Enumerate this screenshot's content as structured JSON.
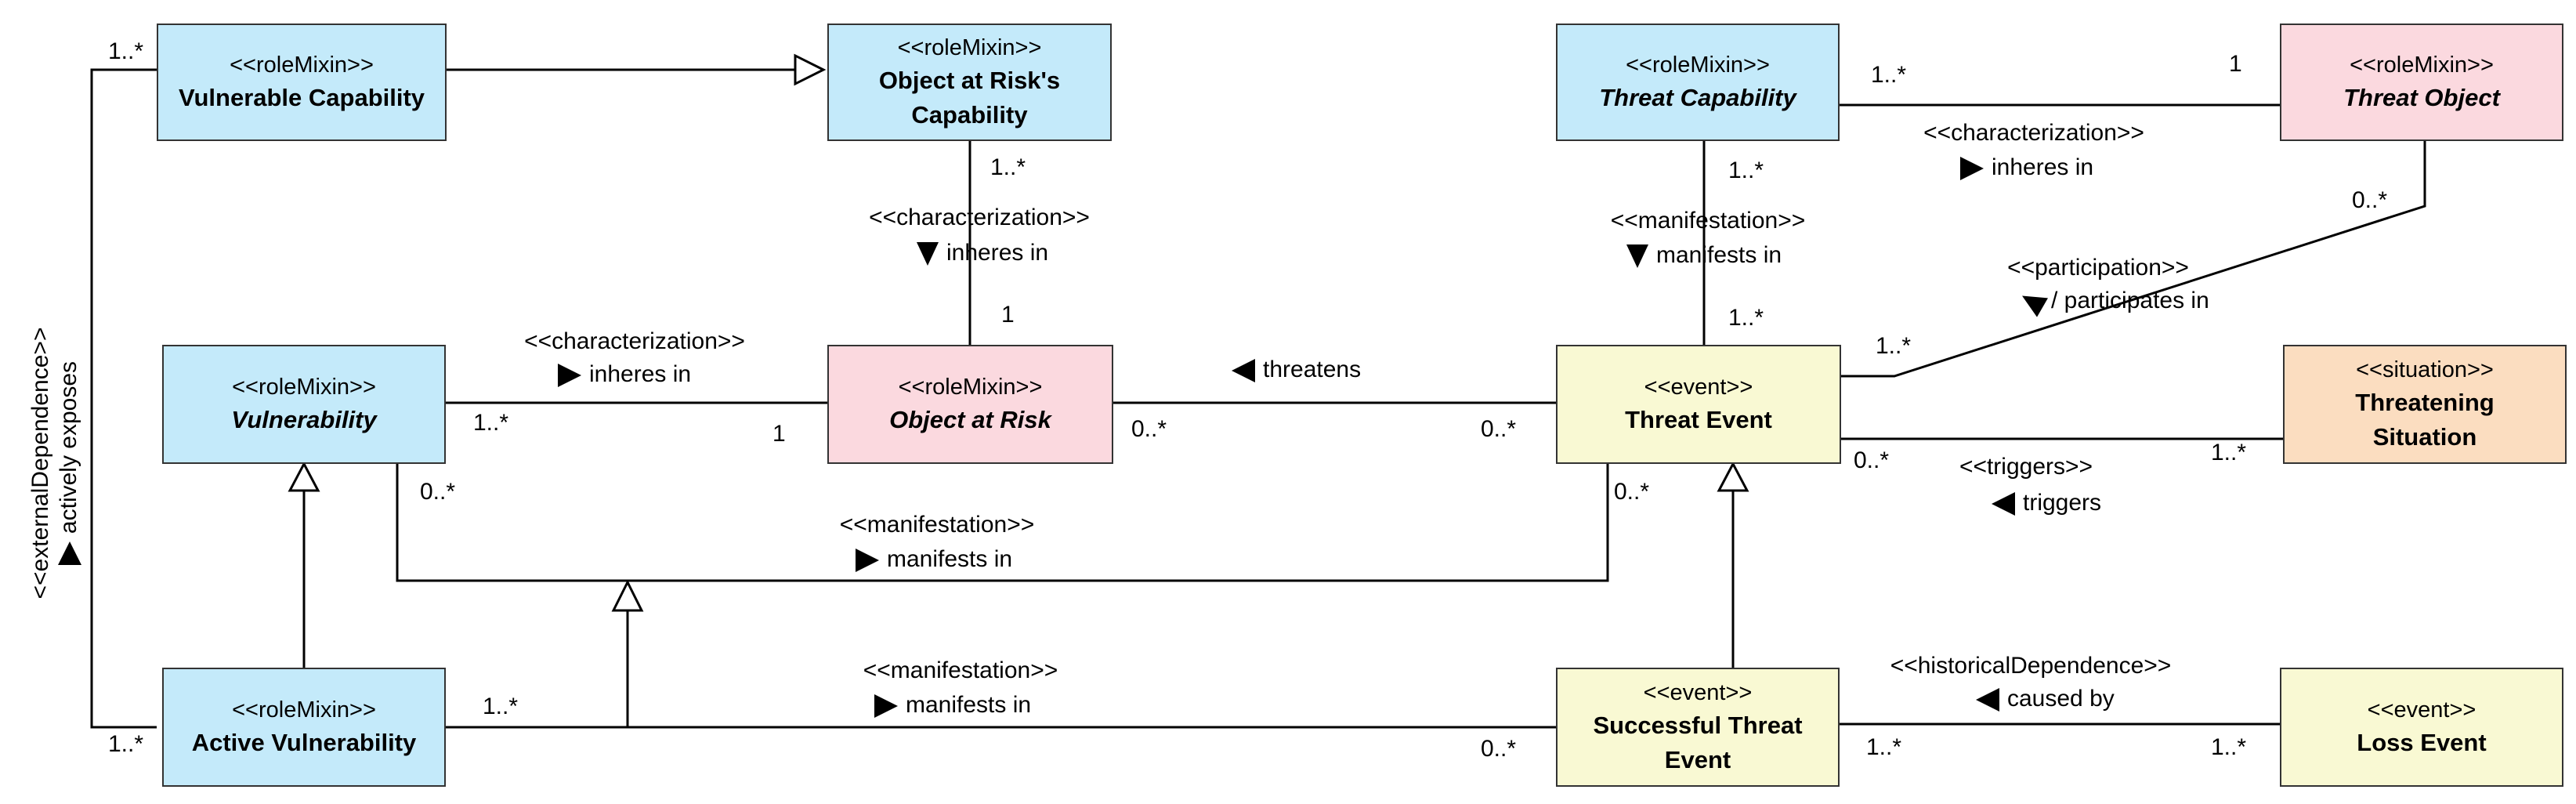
{
  "classes": {
    "vulnerable_capability": {
      "stereotype": "<<roleMixin>>",
      "name": "Vulnerable Capability"
    },
    "object_at_risk_capability": {
      "stereotype": "<<roleMixin>>",
      "name_line1": "Object at Risk's",
      "name_line2": "Capability"
    },
    "threat_capability": {
      "stereotype": "<<roleMixin>>",
      "name": "Threat Capability"
    },
    "threat_object": {
      "stereotype": "<<roleMixin>>",
      "name": "Threat Object"
    },
    "vulnerability": {
      "stereotype": "<<roleMixin>>",
      "name": "Vulnerability"
    },
    "object_at_risk": {
      "stereotype": "<<roleMixin>>",
      "name": "Object at Risk"
    },
    "threat_event": {
      "stereotype": "<<event>>",
      "name": "Threat Event"
    },
    "threatening_situation": {
      "stereotype": "<<situation>>",
      "name_line1": "Threatening",
      "name_line2": "Situation"
    },
    "active_vulnerability": {
      "stereotype": "<<roleMixin>>",
      "name": "Active Vulnerability"
    },
    "successful_threat_event": {
      "stereotype": "<<event>>",
      "name_line1": "Successful Threat",
      "name_line2": "Event"
    },
    "loss_event": {
      "stereotype": "<<event>>",
      "name": "Loss Event"
    }
  },
  "associations": {
    "vc_extdep": {
      "stereotype": "<<externalDependence>>",
      "label": "actively exposes",
      "mult_top": "1..*",
      "mult_bottom": "1..*"
    },
    "oarc_oar": {
      "stereotype": "<<characterization>>",
      "label": "inheres in",
      "mult_top": "1..*",
      "mult_bottom": "1"
    },
    "tc_to": {
      "stereotype": "<<characterization>>",
      "label": "inheres in",
      "mult_left": "1..*",
      "mult_right": "1"
    },
    "tc_te": {
      "stereotype": "<<manifestation>>",
      "label": "manifests in",
      "mult_top": "1..*",
      "mult_bottom": "1..*"
    },
    "to_te": {
      "stereotype": "<<participation>>",
      "label": "/ participates in",
      "mult_top": "0..*",
      "mult_bottom": "1..*"
    },
    "vuln_oar": {
      "stereotype": "<<characterization>>",
      "label": "inheres in",
      "mult_left": "1..*",
      "mult_right": "1"
    },
    "oar_te": {
      "label": "threatens",
      "mult_left": "0..*",
      "mult_right": "0..*"
    },
    "te_ts": {
      "stereotype": "<<triggers>>",
      "label": "triggers",
      "mult_left": "0..*",
      "mult_right": "1..*"
    },
    "vuln_te": {
      "stereotype": "<<manifestation>>",
      "label": "manifests in",
      "mult_left": "0..*",
      "mult_right": "0..*"
    },
    "av_ste": {
      "stereotype": "<<manifestation>>",
      "label": "manifests in",
      "mult_left": "1..*",
      "mult_right": "0..*"
    },
    "ste_le": {
      "stereotype": "<<historicalDependence>>",
      "label": "caused by",
      "mult_left": "1..*",
      "mult_right": "1..*"
    }
  }
}
